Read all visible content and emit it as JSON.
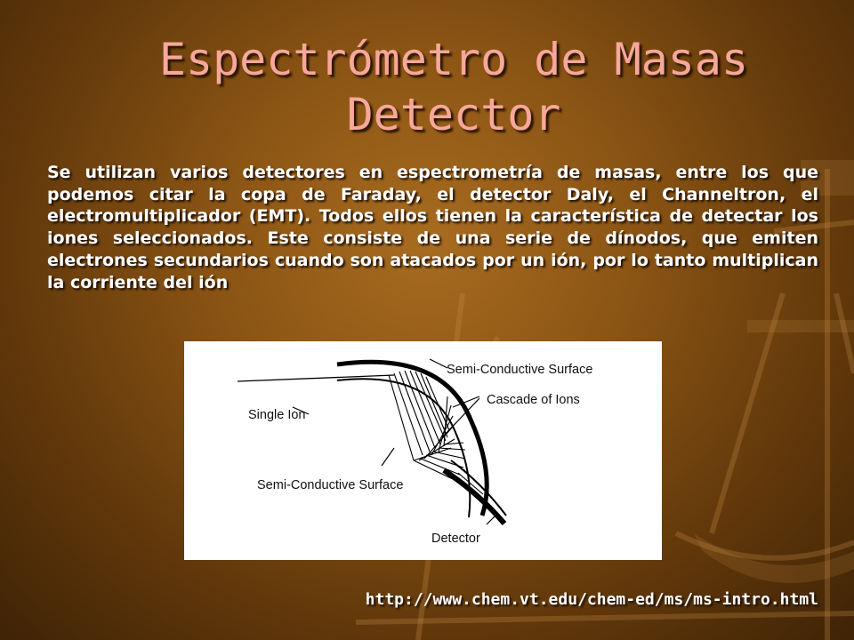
{
  "slide": {
    "title_line1": "Espectrómetro de Masas",
    "title_line2": "Detector",
    "body": "Se utilizan varios detectores en espectrometría de masas, entre los que podemos citar la copa de Faraday, el detector Daly, el Channeltron, el electromultiplicador (EMT). Todos ellos tienen la característica de detectar los iones seleccionados. Este consiste de una serie de dínodos, que emiten electrones secundarios cuando son atacados por un ión, por lo tanto multiplican la corriente del ión",
    "url": "http://www.chem.vt.edu/chem-ed/ms/ms-intro.html"
  },
  "figure": {
    "label_top_surface": "Semi-Conductive Surface",
    "label_single_ion": "Single Ion",
    "label_cascade": "Cascade of Ions",
    "label_bottom_surface": "Semi-Conductive Surface",
    "label_detector": "Detector"
  },
  "colors": {
    "title": "#f7a89a",
    "text": "#ffffff",
    "background_center": "#a86c20",
    "background_edge": "#3f2306"
  }
}
